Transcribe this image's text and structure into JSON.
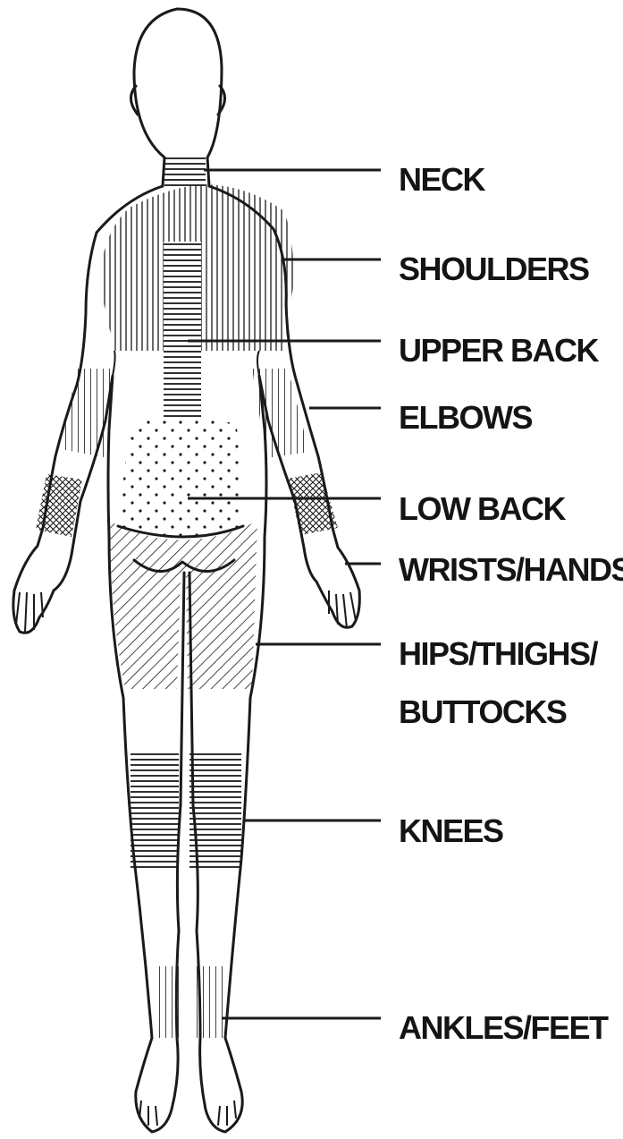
{
  "labels": {
    "neck": "NECK",
    "shoulders": "SHOULDERS",
    "upper_back": "UPPER BACK",
    "elbows": "ELBOWS",
    "low_back": "LOW BACK",
    "wrists_hands": "WRISTS/HANDS",
    "hips_line1": "HIPS/THIGHS/",
    "hips_line2": "BUTTOCKS",
    "knees": "KNEES",
    "ankles_feet": "ANKLES/FEET"
  },
  "colors": {
    "ink": "#1a1a1a",
    "background": "#ffffff"
  }
}
